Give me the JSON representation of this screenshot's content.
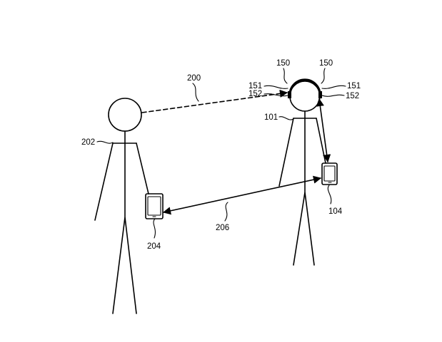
{
  "labels": {
    "dashed_link": "200",
    "person_left": "202",
    "device_left": "204",
    "wireless_link": "206",
    "person_right": "101",
    "device_right": "104",
    "ear_device_left": "150",
    "ear_device_right": "150",
    "sensor_a_left": "151",
    "sensor_b_left": "152",
    "sensor_a_right": "151",
    "sensor_b_right": "152"
  }
}
